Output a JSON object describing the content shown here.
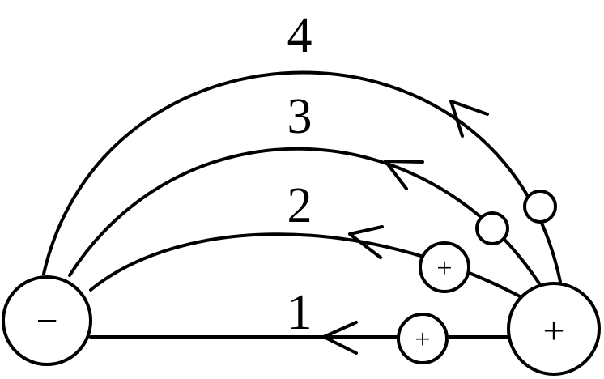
{
  "charges": {
    "negative_symbol": "−",
    "positive_symbol": "+"
  },
  "particles": {
    "p1_symbol": "+",
    "p2_symbol": "+"
  },
  "paths": {
    "label_1": "1",
    "label_2": "2",
    "label_3": "3",
    "label_4": "4"
  },
  "colors": {
    "line": "#000000",
    "background": "#ffffff"
  }
}
